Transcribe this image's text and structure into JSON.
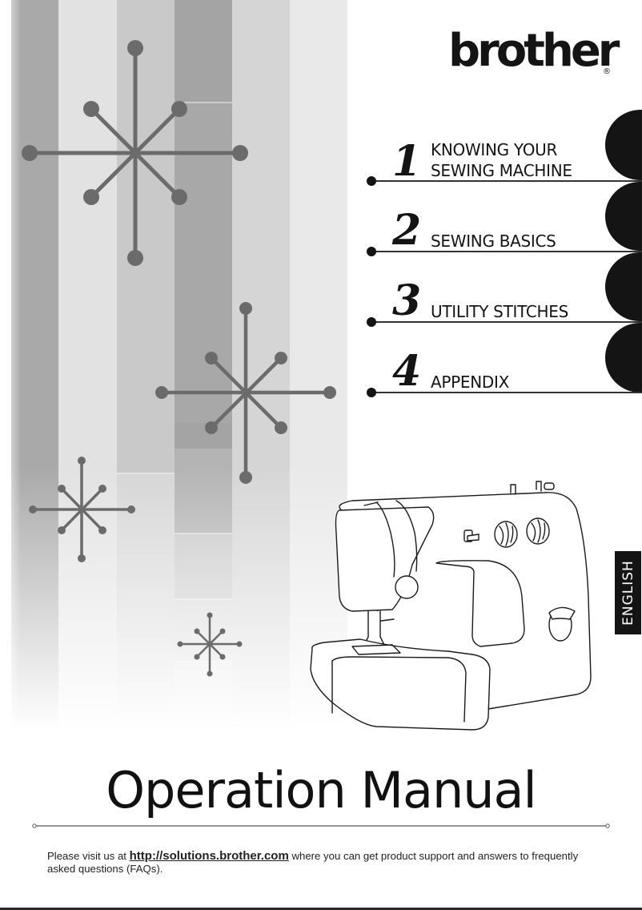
{
  "brand": {
    "name": "brother",
    "registered_mark": "®"
  },
  "toc": [
    {
      "number": "1",
      "label_line1": "KNOWING YOUR",
      "label_line2": "SEWING MACHINE"
    },
    {
      "number": "2",
      "label_line1": "SEWING BASICS",
      "label_line2": ""
    },
    {
      "number": "3",
      "label_line1": "UTILITY STITCHES",
      "label_line2": ""
    },
    {
      "number": "4",
      "label_line1": "APPENDIX",
      "label_line2": ""
    }
  ],
  "language_tab": {
    "label": "ENGLISH"
  },
  "title": "Operation Manual",
  "footer": {
    "prefix": "Please visit us at ",
    "link_text": "http://solutions.brother.com",
    "suffix": " where you can get product support and answers to frequently asked questions (FAQs)."
  },
  "colors": {
    "ink": "#141414",
    "starburst": "#6b6b6b",
    "stripe_dark": "#a8a8a8",
    "stripe_mid": "#c8c8c8",
    "stripe_light": "#e2e2e2"
  }
}
